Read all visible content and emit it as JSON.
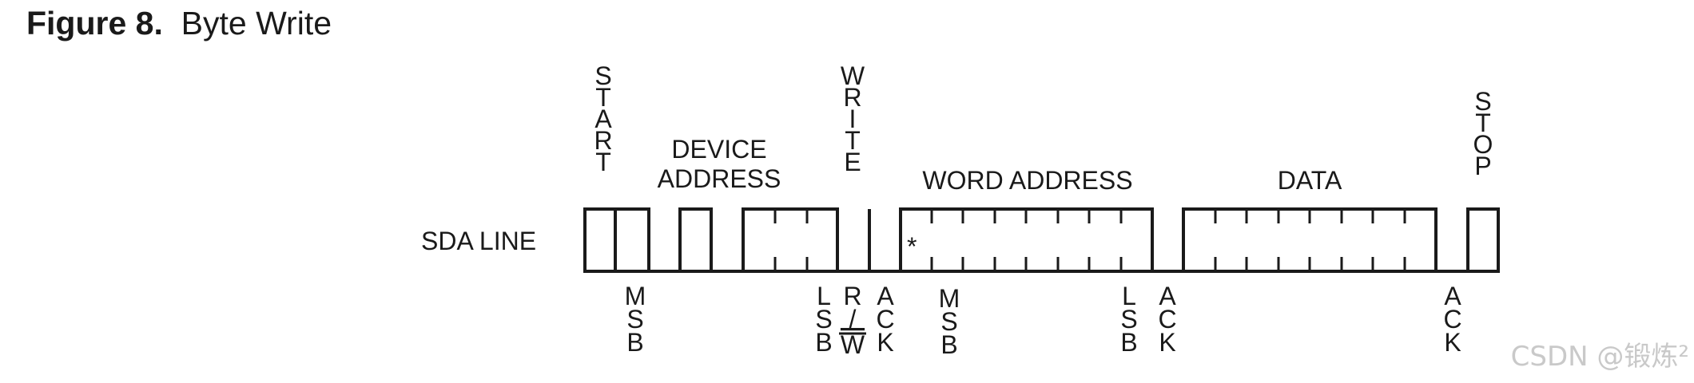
{
  "figure": {
    "number_label": "Figure 8.",
    "title": "Byte Write"
  },
  "diagram": {
    "line_label": "SDA LINE",
    "top_labels": {
      "start": "START",
      "device_address_line1": "DEVICE",
      "device_address_line2": "ADDRESS",
      "write": "WRITE",
      "word_address": "WORD ADDRESS",
      "data": "DATA",
      "stop": "STOP"
    },
    "bottom_labels": {
      "msb_device": "MSB",
      "lsb_device": "LSB",
      "r_slash": "R/",
      "w_bar": "W",
      "ack_1": "ACK",
      "msb_word": "MSB",
      "lsb_word": "LSB",
      "ack_2": "ACK",
      "ack_3": "ACK"
    },
    "asterisk": "*"
  },
  "watermark": "CSDN @锻炼²"
}
